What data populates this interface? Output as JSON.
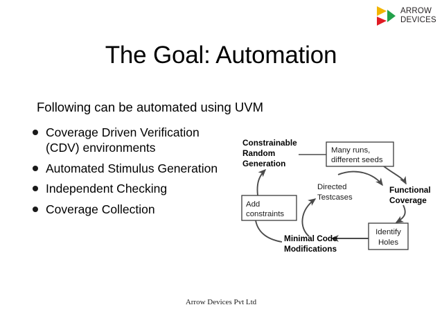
{
  "slide": {
    "title": "The Goal: Automation",
    "lead_line": "Following can be automated using UVM",
    "footer": "Arrow Devices Pvt Ltd",
    "background_color": "#ffffff",
    "text_color": "#000000",
    "bullet_color": "#1a1a1a"
  },
  "logo": {
    "name_line1": "ARROW",
    "name_line2": "DEVICES",
    "mark_colors": {
      "top": "#f2b500",
      "right": "#22a14a",
      "bottom": "#e01b24"
    },
    "wordmark_color": "#231f20"
  },
  "bullets": [
    {
      "text": "Coverage Driven Verification (CDV) environments"
    },
    {
      "text": "Automated Stimulus Generation"
    },
    {
      "text": "Independent Checking"
    },
    {
      "text": "Coverage Collection"
    }
  ],
  "diagram": {
    "nodes": {
      "constrainable_random_generation": "Constrainable Random Generation",
      "constrainable_l1": "Constrainable",
      "constrainable_l2": "Random",
      "constrainable_l3": "Generation",
      "many_runs_l1": "Many runs,",
      "many_runs_l2": "different seeds",
      "functional_coverage_l1": "Functional",
      "functional_coverage_l2": "Coverage",
      "identify_holes_l1": "Identify",
      "identify_holes_l2": "Holes",
      "minimal_code_l1": "Minimal Code",
      "minimal_code_l2": "Modifications",
      "add_constraints_l1": "Add",
      "add_constraints_l2": "constraints",
      "directed_testcases_l1": "Directed",
      "directed_testcases_l2": "Testcases"
    },
    "line_color": "#4a4a4a",
    "box_stroke": "#3a3a3a"
  }
}
